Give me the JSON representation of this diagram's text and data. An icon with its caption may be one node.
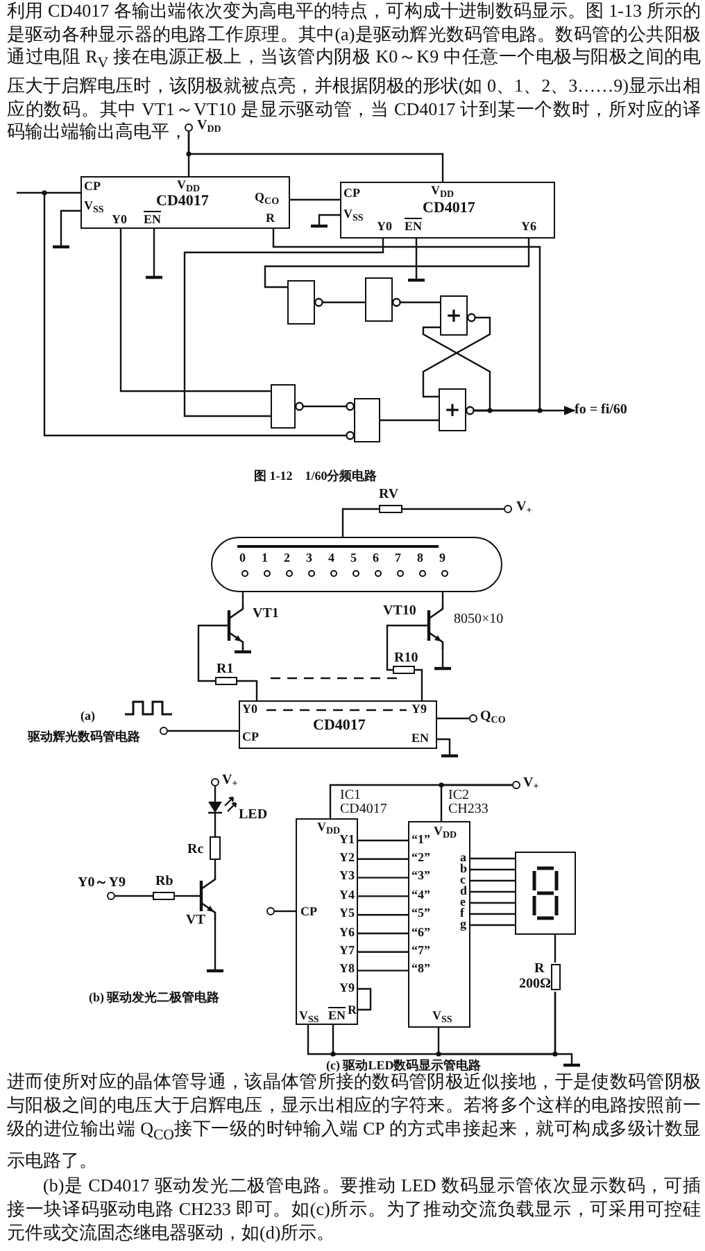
{
  "diagram": {
    "nodes": [
      {
        "text": [
          "V$_{DD}$"
        ]
      },
      {
        "text": [
          "V$_{DD}$",
          "CD4017",
          "CP",
          "V$_{SS}$",
          "Y0",
          "EN",
          "Q$_{CO}$",
          "R"
        ]
      },
      {
        "text": [
          "V$_{DD}$",
          "CD4017",
          "CP",
          "V$_{SS}$",
          "Y0",
          "EN",
          "Y6"
        ]
      },
      {
        "text": [],
        "shape": "box"
      },
      {
        "text": [],
        "shape": "box"
      },
      {
        "text": [
          "+"
        ]
      },
      {
        "text": [],
        "shape": "box"
      },
      {
        "text": [],
        "shape": "box"
      },
      {
        "text": [
          "+"
        ]
      },
      {
        "text": [
          "fo = fi/60"
        ]
      },
      {
        "text": [
          "RV"
        ]
      },
      {
        "text": [
          "V$_{+}$"
        ]
      },
      {
        "text": [
          "0",
          "1",
          "2",
          "3",
          "4",
          "5",
          "6",
          "7",
          "8",
          "9"
        ]
      },
      {
        "text": [
          "VT1"
        ]
      },
      {
        "text": [
          "VT10"
        ],
        "beside": [
          "8050×10"
        ]
      },
      {
        "text": [
          "R10"
        ]
      },
      {
        "text": [
          "R1"
        ]
      },
      {
        "text": [
          "Y0",
          "Y9",
          "CD4017",
          "CP",
          "EN"
        ]
      },
      {
        "text": [
          "Q$_{CO}$"
        ]
      },
      {
        "text": [],
        "shape": "circle"
      },
      {
        "text": [
          "V$_{+}$"
        ]
      },
      {
        "text": [
          "LED"
        ]
      },
      {
        "text": [
          "Rc"
        ]
      },
      {
        "text": [
          "Y0～Y9"
        ]
      },
      {
        "text": [
          "Rb"
        ]
      },
      {
        "text": [
          "VT"
        ]
      },
      {
        "text": [
          "V$_{+}$"
        ]
      },
      {
        "text": [
          "V$_{DD}$",
          "Y1",
          "Y2",
          "Y3",
          "Y4",
          "Y5",
          "Y6",
          "Y7",
          "Y8",
          "Y9",
          "CP",
          "R",
          "V$_{SS}$",
          "EN"
        ],
        "beside": [
          "IC1",
          "CD4017"
        ]
      },
      {
        "text": [],
        "shape": "circle"
      },
      {
        "text": [
          "V$_{DD}$",
          "“1”",
          "“2”",
          "“3”",
          "“4”",
          "“5”",
          "“6”",
          "“7”",
          "“8”",
          "a",
          "b",
          "c",
          "d",
          "e",
          "f",
          "g",
          "V$_{SS}$"
        ],
        "beside": [
          "IC2",
          "CH233"
        ]
      },
      {
        "text": [],
        "shape": "box"
      },
      {
        "text": [
          "R",
          "200Ω"
        ]
      }
    ],
    "edges": [
      {
        "from": 0,
        "to": 1,
        "arrow": "none"
      },
      {
        "from": 0,
        "to": 2,
        "arrow": "none"
      },
      {
        "from": null,
        "to": 1,
        "arrow": "none"
      },
      {
        "from": null,
        "to": 7,
        "arrow": "other"
      },
      {
        "from": 1,
        "to": 2,
        "arrow": "none"
      },
      {
        "from": 1,
        "to": 6,
        "arrow": "none"
      },
      {
        "from": 2,
        "to": 6,
        "arrow": "none"
      },
      {
        "from": 6,
        "to": 7,
        "arrow": "other"
      },
      {
        "from": 7,
        "to": 8,
        "arrow": "none"
      },
      {
        "from": 2,
        "to": 3,
        "arrow": "none"
      },
      {
        "from": 3,
        "to": 4,
        "arrow": "other"
      },
      {
        "from": 4,
        "to": 5,
        "arrow": "other"
      },
      {
        "from": 5,
        "to": 8,
        "arrow": "other"
      },
      {
        "from": 8,
        "to": 5,
        "arrow": "other"
      },
      {
        "from": 8,
        "to": 9,
        "arrow": "to"
      },
      {
        "from": 8,
        "to": 1,
        "arrow": "none"
      },
      {
        "from": 10,
        "to": 11,
        "arrow": "none"
      },
      {
        "from": 10,
        "to": 12,
        "arrow": "none"
      },
      {
        "from": 12,
        "to": 13,
        "arrow": "none"
      },
      {
        "from": 12,
        "to": 14,
        "arrow": "none"
      },
      {
        "from": 13,
        "to": 16,
        "arrow": "none"
      },
      {
        "from": 16,
        "to": 17,
        "arrow": "none"
      },
      {
        "from": 14,
        "to": 15,
        "arrow": "none"
      },
      {
        "from": 15,
        "to": 17,
        "arrow": "none"
      },
      {
        "from": 17,
        "to": 18,
        "arrow": "none"
      },
      {
        "from": 19,
        "to": 17,
        "arrow": "none"
      },
      {
        "from": 20,
        "to": 21,
        "arrow": "none"
      },
      {
        "from": 21,
        "to": 22,
        "arrow": "none"
      },
      {
        "from": 22,
        "to": 25,
        "arrow": "none"
      },
      {
        "from": 23,
        "to": 24,
        "arrow": "none"
      },
      {
        "from": 24,
        "to": 25,
        "arrow": "none"
      },
      {
        "from": 26,
        "to": 27,
        "arrow": "none"
      },
      {
        "from": 26,
        "to": 29,
        "arrow": "none"
      },
      {
        "from": 28,
        "to": 27,
        "arrow": "none"
      },
      {
        "from": 27,
        "to": 29,
        "arrow": "none"
      },
      {
        "from": 27,
        "to": 29,
        "arrow": "none"
      },
      {
        "from": 27,
        "to": 29,
        "arrow": "none"
      },
      {
        "from": 27,
        "to": 29,
        "arrow": "none"
      },
      {
        "from": 27,
        "to": 29,
        "arrow": "none"
      },
      {
        "from": 27,
        "to": 29,
        "arrow": "none"
      },
      {
        "from": 27,
        "to": 29,
        "arrow": "none"
      },
      {
        "from": 27,
        "to": 29,
        "arrow": "none"
      },
      {
        "from": 29,
        "to": 30,
        "arrow": "none"
      },
      {
        "from": 29,
        "to": 30,
        "arrow": "none"
      },
      {
        "from": 29,
        "to": 30,
        "arrow": "none"
      },
      {
        "from": 29,
        "to": 30,
        "arrow": "none"
      },
      {
        "from": 29,
        "to": 30,
        "arrow": "none"
      },
      {
        "from": 29,
        "to": 30,
        "arrow": "none"
      },
      {
        "from": 29,
        "to": 30,
        "arrow": "none"
      },
      {
        "from": 30,
        "to": 31,
        "arrow": "none"
      },
      {
        "from": 27,
        "to": 31,
        "arrow": "none"
      },
      {
        "from": 29,
        "to": 31,
        "arrow": "none"
      }
    ],
    "labels": [
      "利用 CD4017 各输出端依次变为高电平的特点，可构成十进制数码显示。图 1-13 所示的是驱动各种显示器的电路工作原理。其中(a)是驱动辉光数码管电路。数码管的公共阳极通过电阻 R$_{V}$ 接在电源正极上，当该管内阴极 K0～K9 中任意一个电极与阳极之间的电压大于启辉电压时，该阴极就被点亮，并根据阴极的形状(如 0、1、2、3……9)显示出相应的数码。其中 VT1～VT10 是显示驱动管，当 CD4017 计到某一个数时，所对应的译码输出端输出高电平，",
      "图 1-12　1/60分频电路",
      "(a)",
      "驱动辉光数码管电路",
      "(b) 驱动发光二极管电路",
      "(c) 驱动LED数码显示管电路",
      "进而使所对应的晶体管导通，该晶体管所接的数码管阴极近似接地，于是使数码管阴极与阳极之间的电压大于启辉电压，显示出相应的字符来。若将多个这样的电路按照前一级的进位输出端 Q$_{CO}$接下一级的时钟输入端 CP 的方式串接起来，就可构成多级计数显示电路了。",
      "(b)是 CD4017 驱动发光二极管电路。要推动 LED 数码显示管依次显示数码，可插接一块译码驱动电路 CH233 即可。如(c)所示。为了推动交流负载显示，可采用可控硅元件或交流固态继电器驱动，如(d)所示。"
    ]
  }
}
